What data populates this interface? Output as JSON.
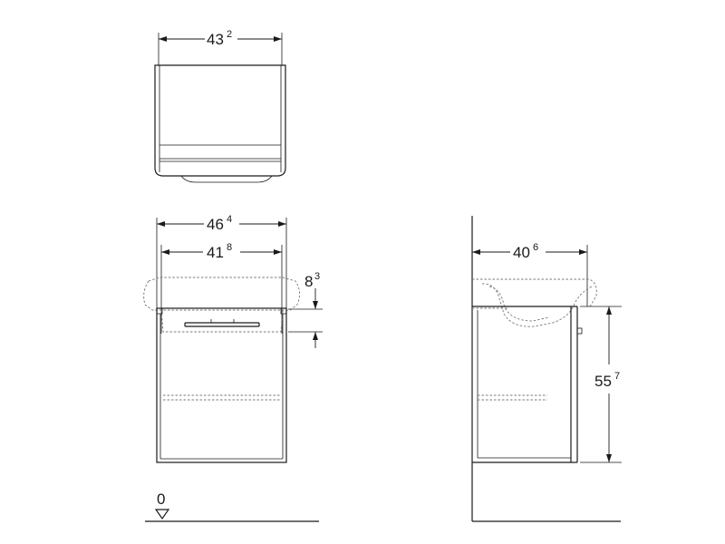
{
  "dimensions": {
    "top_width": {
      "main": "43",
      "sup": "2"
    },
    "outer_width": {
      "main": "46",
      "sup": "4"
    },
    "inner_width": {
      "main": "41",
      "sup": "8"
    },
    "basin_height": {
      "main": "8",
      "sup": "3"
    },
    "side_depth": {
      "main": "40",
      "sup": "6"
    },
    "side_height": {
      "main": "55",
      "sup": "7"
    }
  },
  "floor_level": "0"
}
